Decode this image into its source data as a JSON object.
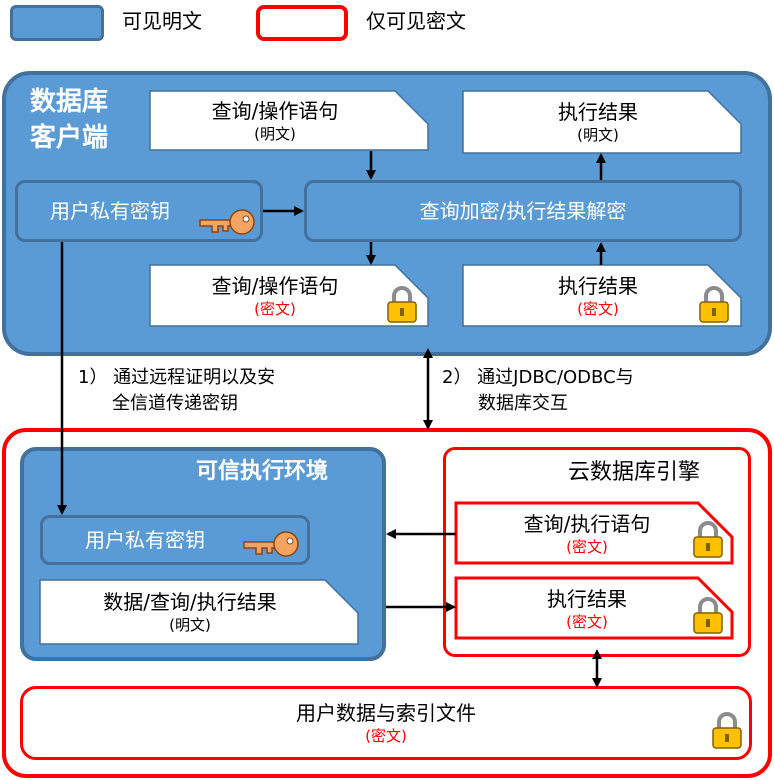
{
  "legend": {
    "plain_label": "可见明文",
    "cipher_label": "仅可见密文"
  },
  "client": {
    "title_line1": "数据库",
    "title_line2": "客户端",
    "query_plain": {
      "title": "查询/操作语句",
      "sub": "(明文)"
    },
    "result_plain": {
      "title": "执行结果",
      "sub": "(明文)"
    },
    "private_key": "用户私有密钥",
    "crypto_box": "查询加密/执行结果解密",
    "query_cipher": {
      "title": "查询/操作语句",
      "sub": "(密文)"
    },
    "result_cipher": {
      "title": "执行结果",
      "sub": "(密文)"
    }
  },
  "annotations": {
    "step1_line1": "1） 通过远程证明以及安",
    "step1_line2": "全信道传递密钥",
    "step2_line1": "2） 通过JDBC/ODBC与",
    "step2_line2": "数据库交互"
  },
  "server": {
    "tee_title": "可信执行环境",
    "tee_key": "用户私有密钥",
    "tee_data": {
      "title": "数据/查询/执行结果",
      "sub": "(明文)"
    },
    "engine_title": "云数据库引擎",
    "engine_query": {
      "title": "查询/执行语句",
      "sub": "(密文)"
    },
    "engine_result": {
      "title": "执行结果",
      "sub": "(密文)"
    },
    "storage": {
      "title": "用户数据与索引文件",
      "sub": "(密文)"
    }
  },
  "colors": {
    "plain_fill": "#5b9bd5",
    "plain_border": "#41719c",
    "cipher_border": "#ff0000",
    "cipher_text": "#ff0000",
    "key_fill": "#f4a460",
    "lock_fill": "#ffc000"
  },
  "icons": [
    "key-icon",
    "lock-icon"
  ]
}
